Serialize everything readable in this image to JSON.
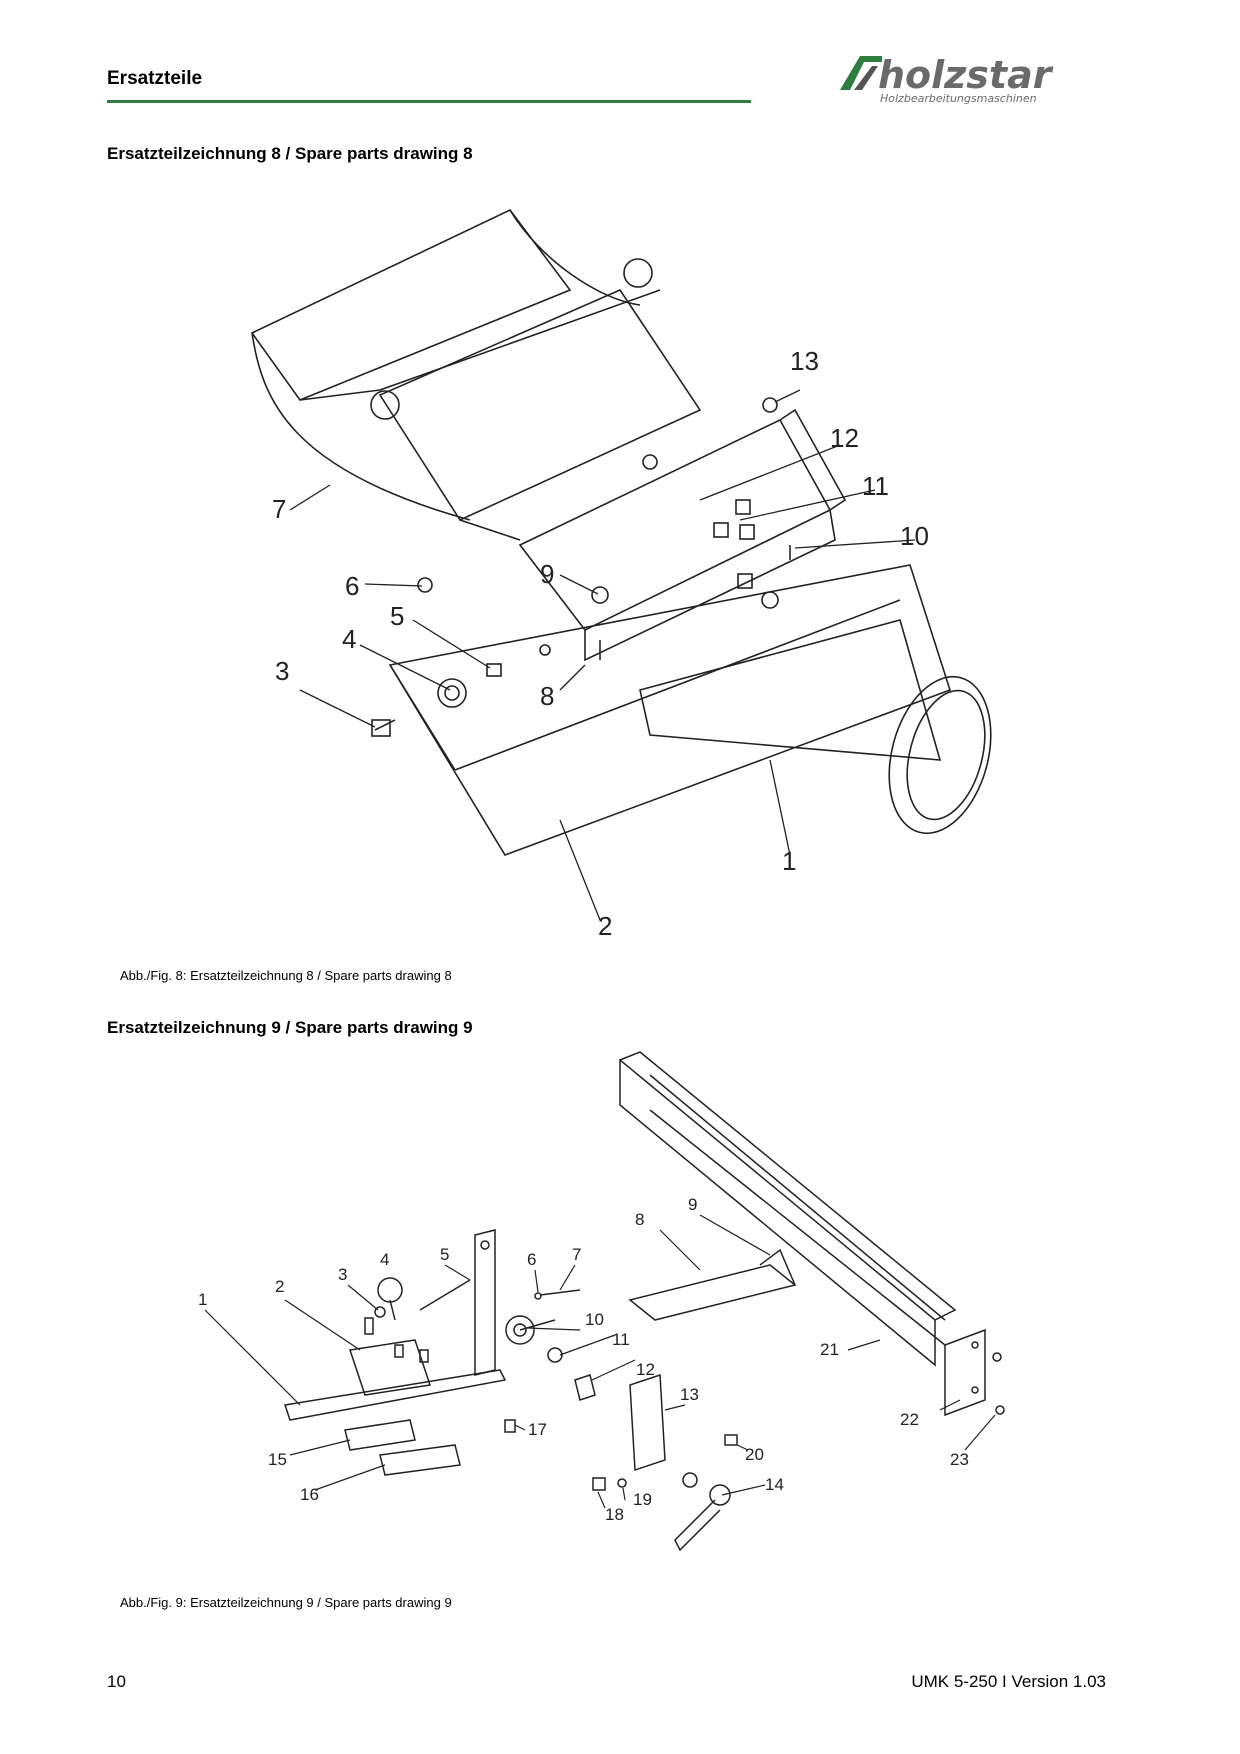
{
  "header": {
    "title": "Ersatzteile",
    "brand": "holzstar",
    "brand_tagline": "Holzbearbeitungsmaschinen",
    "accent_color": "#2f7d3f",
    "logo_icon": "holzstar-logo-icon"
  },
  "figure8": {
    "title": "Ersatzteilzeichnung 8 / Spare parts drawing 8",
    "caption": "Abb./Fig.  8: Ersatzteilzeichnung 8 /  Spare parts drawing 8",
    "labels": [
      "1",
      "2",
      "3",
      "4",
      "5",
      "6",
      "7",
      "8",
      "9",
      "10",
      "11",
      "12",
      "13"
    ]
  },
  "figure9": {
    "title": "Ersatzteilzeichnung 9 / Spare parts drawing 9",
    "caption": "Abb./Fig.  9: Ersatzteilzeichnung 9 / Spare parts drawing 9",
    "labels": [
      "1",
      "2",
      "3",
      "4",
      "5",
      "6",
      "7",
      "8",
      "9",
      "10",
      "11",
      "12",
      "13",
      "14",
      "15",
      "16",
      "17",
      "18",
      "19",
      "20",
      "21",
      "22",
      "23"
    ]
  },
  "footer": {
    "page_number": "10",
    "model_version": "UMK 5-250 I Version 1.03"
  }
}
